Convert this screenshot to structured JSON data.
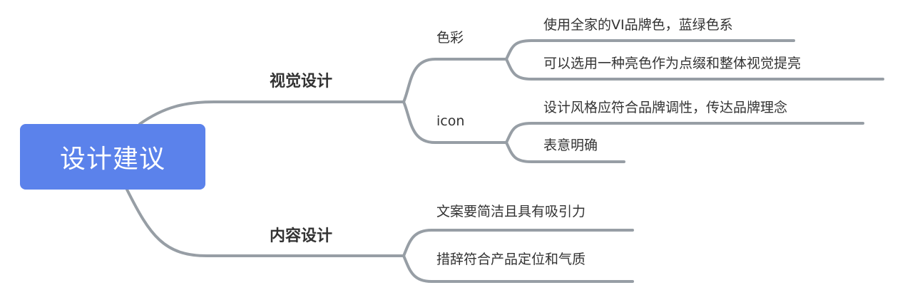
{
  "root": {
    "label": "设计建议",
    "color": "#5b82eb"
  },
  "branches": [
    {
      "label": "视觉设计",
      "children": [
        {
          "label": "色彩",
          "children": [
            "使用全家的VI品牌色，蓝绿色系",
            "可以选用一种亮色作为点缀和整体视觉提亮"
          ]
        },
        {
          "label": "icon",
          "children": [
            "设计风格应符合品牌调性，传达品牌理念",
            "表意明确"
          ]
        }
      ]
    },
    {
      "label": "内容设计",
      "children": [
        {
          "label": "文案要简洁且具有吸引力"
        },
        {
          "label": "措辞符合产品定位和气质"
        }
      ]
    }
  ],
  "line_color": "#979ea5"
}
